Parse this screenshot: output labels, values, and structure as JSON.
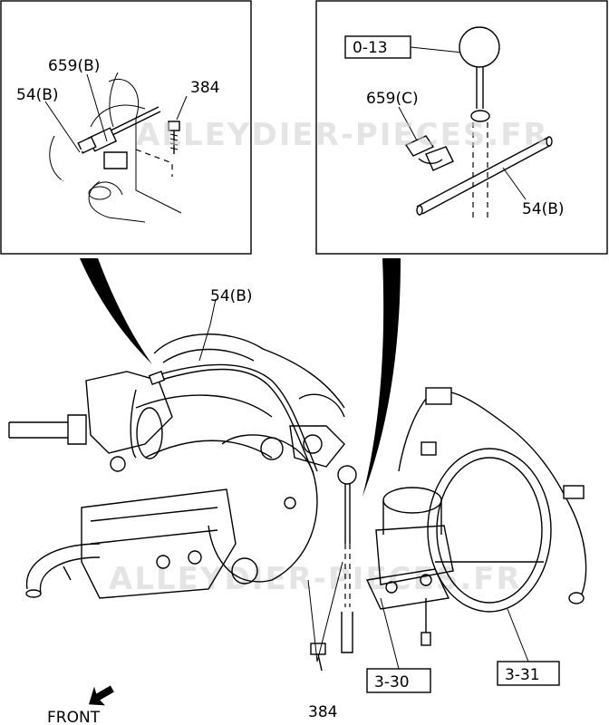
{
  "watermark": "ALLEYDIER-PIECES.FR",
  "labels": {
    "inset_left_pipe": "659(B)",
    "inset_left_hose": "54(B)",
    "inset_left_bolt": "384",
    "inset_right_ref": "0-13",
    "inset_right_clip": "659(C)",
    "inset_right_hose": "54(B)",
    "main_hose": "54(B)",
    "main_bolt": "384",
    "ref_master_cyl": "3-30",
    "ref_booster": "3-31",
    "front": "FRONT"
  }
}
